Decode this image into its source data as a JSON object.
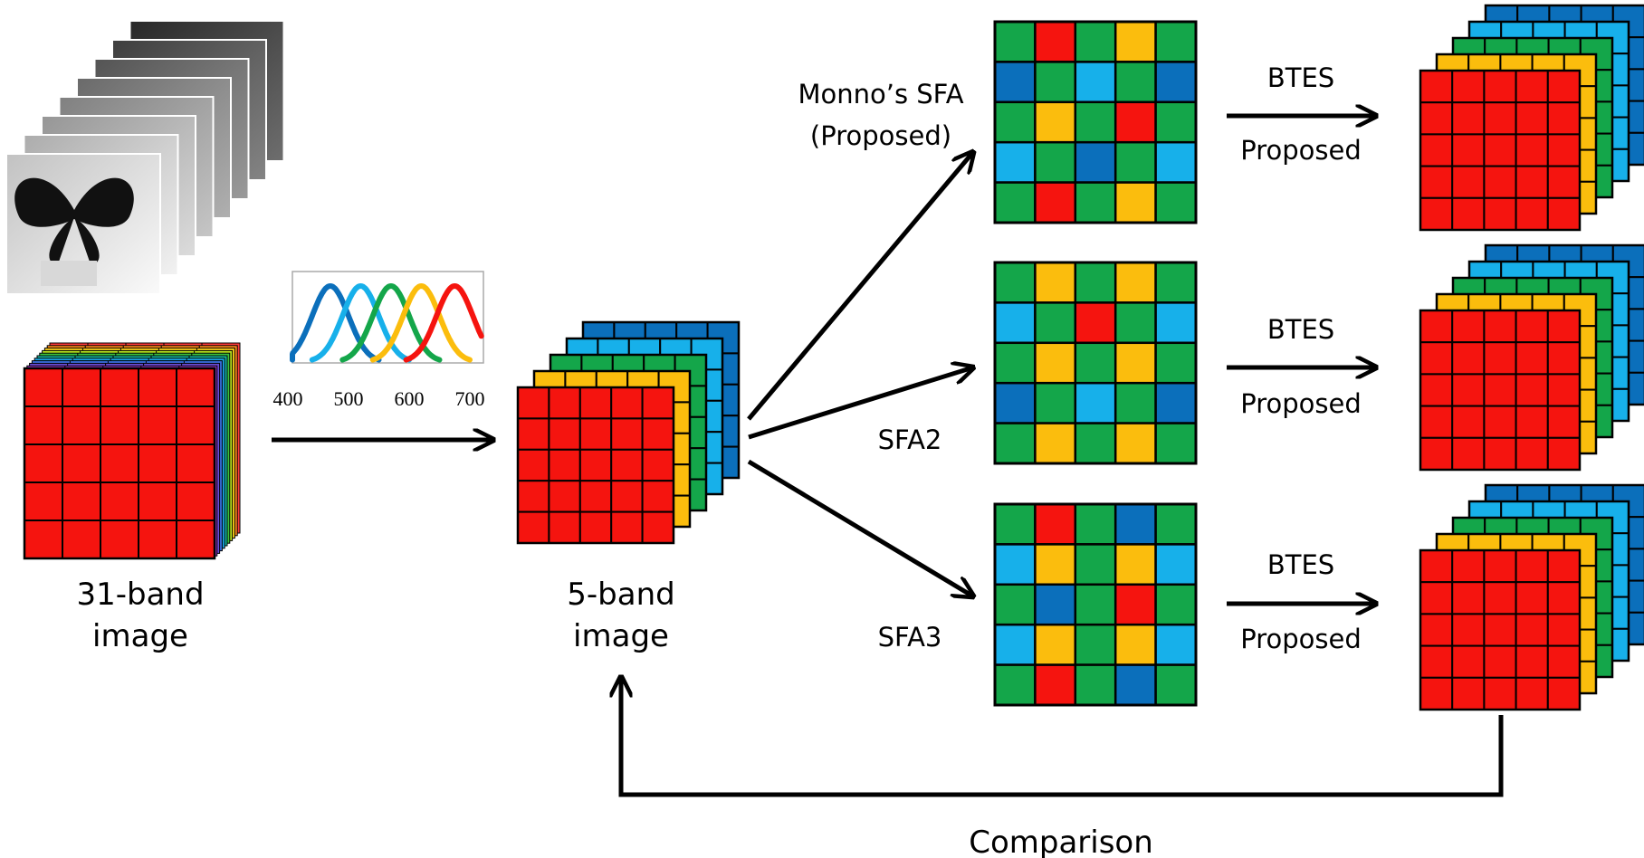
{
  "colors": {
    "red": "#f5140f",
    "orange": "#fbbd0d",
    "green": "#14a64a",
    "light_blue": "#17b0ea",
    "dark_blue": "#0b6fbb",
    "hyper_layers": [
      "#ff3b3b",
      "#ff8c1a",
      "#ffd21a",
      "#b7e21e",
      "#3cc43c",
      "#16b9a0",
      "#1aa7e6",
      "#3a6fe0",
      "#6a4bd8",
      "#a43ad0",
      "#e23aa8"
    ]
  },
  "labels": {
    "input_line1": "31-band",
    "input_line2": "image",
    "five_line1": "5-band",
    "five_line2": "image",
    "sfa1_line1": "Monno’s SFA",
    "sfa1_line2": "(Proposed)",
    "sfa2": "SFA2",
    "sfa3": "SFA3",
    "btes": "BTES",
    "proposed": "Proposed",
    "comparison": "Comparison"
  },
  "sensitivity_plot": {
    "ticks": [
      "400",
      "500",
      "600",
      "700"
    ],
    "curves": [
      {
        "color": "dark_blue",
        "peak_nm": 470
      },
      {
        "color": "light_blue",
        "peak_nm": 520
      },
      {
        "color": "green",
        "peak_nm": 570
      },
      {
        "color": "orange",
        "peak_nm": 620
      },
      {
        "color": "red",
        "peak_nm": 675
      }
    ]
  },
  "sfa_patterns": [
    [
      [
        "G",
        "R",
        "G",
        "O",
        "G"
      ],
      [
        "D",
        "G",
        "L",
        "G",
        "D"
      ],
      [
        "G",
        "O",
        "G",
        "R",
        "G"
      ],
      [
        "L",
        "G",
        "D",
        "G",
        "L"
      ],
      [
        "G",
        "R",
        "G",
        "O",
        "G"
      ]
    ],
    [
      [
        "G",
        "O",
        "G",
        "O",
        "G"
      ],
      [
        "L",
        "G",
        "R",
        "G",
        "L"
      ],
      [
        "G",
        "O",
        "G",
        "O",
        "G"
      ],
      [
        "D",
        "G",
        "L",
        "G",
        "D"
      ],
      [
        "G",
        "O",
        "G",
        "O",
        "G"
      ]
    ],
    [
      [
        "G",
        "R",
        "G",
        "D",
        "G"
      ],
      [
        "L",
        "O",
        "G",
        "O",
        "L"
      ],
      [
        "G",
        "D",
        "G",
        "R",
        "G"
      ],
      [
        "L",
        "O",
        "G",
        "O",
        "L"
      ],
      [
        "G",
        "R",
        "G",
        "D",
        "G"
      ]
    ]
  ]
}
